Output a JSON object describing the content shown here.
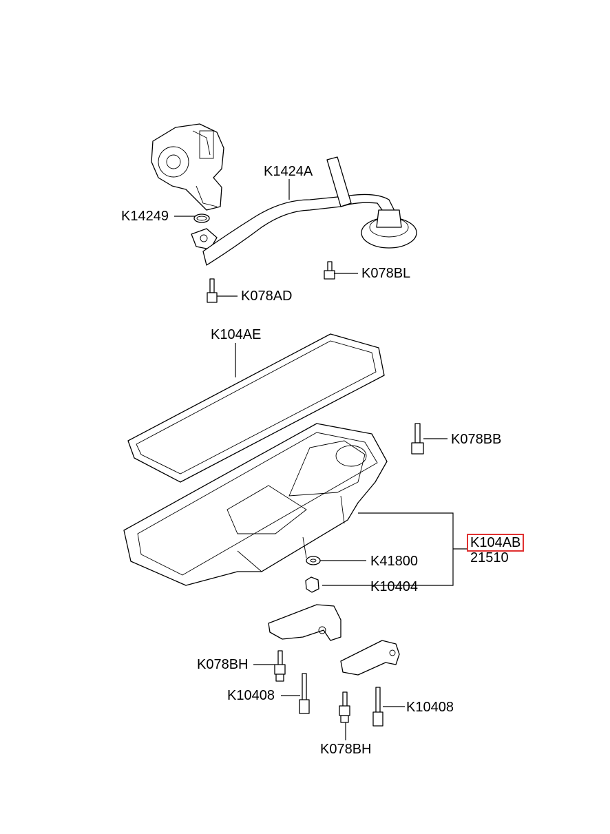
{
  "labels": {
    "oil_pump_pipe": "K1424A",
    "pipe_oring": "K14249",
    "bolt_bl": "K078BL",
    "bolt_ad": "K078AD",
    "gasket": "K104AE",
    "bolt_bb": "K078BB",
    "oil_pan": "K104AB",
    "oil_pan_number": "21510",
    "drain_washer": "K41800",
    "drain_plug": "K10404",
    "bolt_bh_left": "K078BH",
    "stud_left": "K10408",
    "stud_right": "K10408",
    "bolt_bh_bottom": "K078BH"
  },
  "colors": {
    "highlight": "#e03030",
    "ink": "#000000"
  }
}
